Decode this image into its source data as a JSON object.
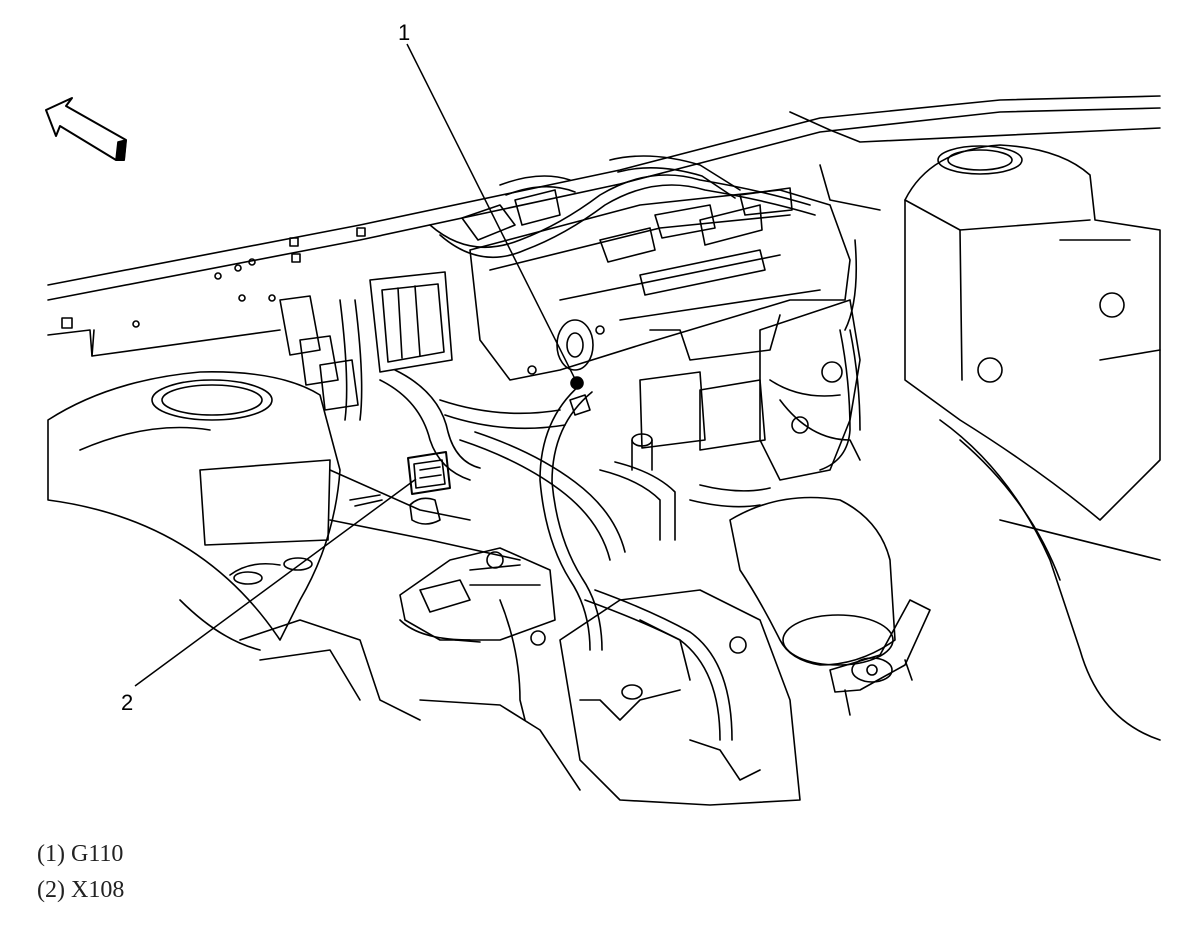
{
  "callouts": {
    "c1": "1",
    "c2": "2"
  },
  "legend": {
    "items": [
      "(1) G110",
      "(2) X108"
    ]
  },
  "icons": {
    "direction_arrow": "front-direction-arrow-icon"
  },
  "colors": {
    "ink": "#000000",
    "paper": "#ffffff"
  }
}
